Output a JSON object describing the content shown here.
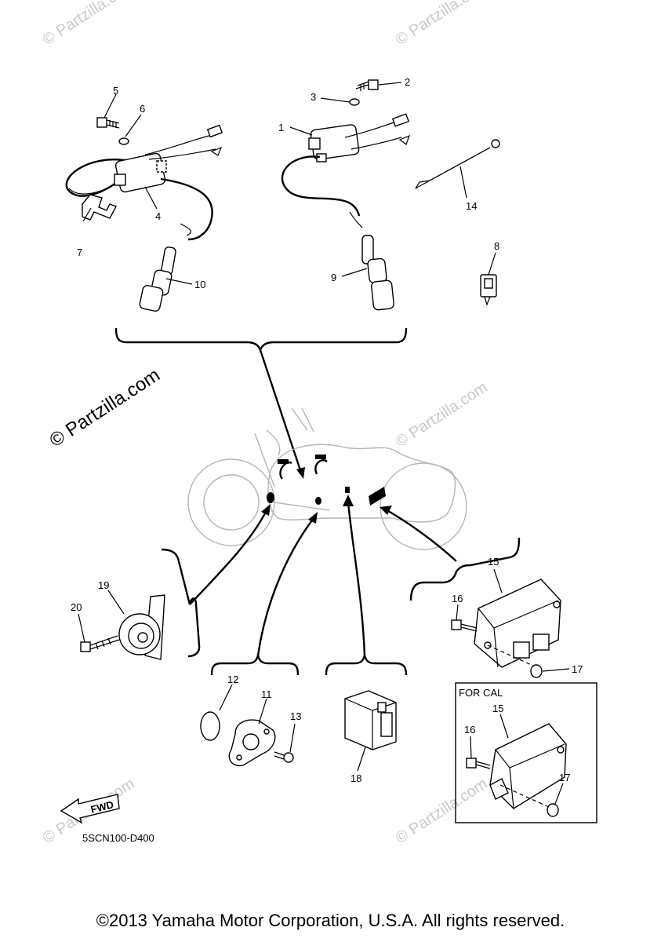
{
  "watermarks": {
    "main": "© Partzilla.com",
    "small": "© Partzilla.com"
  },
  "parts": [
    {
      "id": "1",
      "desc": "ignition-coil-upper"
    },
    {
      "id": "2",
      "desc": "bolt"
    },
    {
      "id": "3",
      "desc": "washer"
    },
    {
      "id": "4",
      "desc": "ignition-coil-left"
    },
    {
      "id": "5",
      "desc": "bolt"
    },
    {
      "id": "6",
      "desc": "washer"
    },
    {
      "id": "7",
      "desc": "clamp"
    },
    {
      "id": "8",
      "desc": "clip"
    },
    {
      "id": "9",
      "desc": "plug-cap"
    },
    {
      "id": "10",
      "desc": "plug-cap"
    },
    {
      "id": "11",
      "desc": "sensor"
    },
    {
      "id": "12",
      "desc": "o-ring"
    },
    {
      "id": "13",
      "desc": "screw"
    },
    {
      "id": "14",
      "desc": "lead-wire"
    },
    {
      "id": "15",
      "desc": "cdi-unit"
    },
    {
      "id": "16",
      "desc": "bolt"
    },
    {
      "id": "17",
      "desc": "collar"
    },
    {
      "id": "18",
      "desc": "relay"
    },
    {
      "id": "19",
      "desc": "horn"
    },
    {
      "id": "20",
      "desc": "bolt"
    }
  ],
  "labels": {
    "p1": "1",
    "p2": "2",
    "p3": "3",
    "p4": "4",
    "p5": "5",
    "p6": "6",
    "p7": "7",
    "p8": "8",
    "p9": "9",
    "p10": "10",
    "p11": "11",
    "p12": "12",
    "p13": "13",
    "p14": "14",
    "p15a": "15",
    "p15b": "15",
    "p16a": "16",
    "p16b": "16",
    "p17a": "17",
    "p17b": "17",
    "p18": "18",
    "p19": "19",
    "p20": "20"
  },
  "for_cal_label": "FOR CAL",
  "fwd_label": "FWD",
  "diagram_code": "5SCN100-D400",
  "copyright": "©2013 Yamaha Motor Corporation, U.S.A. All rights reserved."
}
